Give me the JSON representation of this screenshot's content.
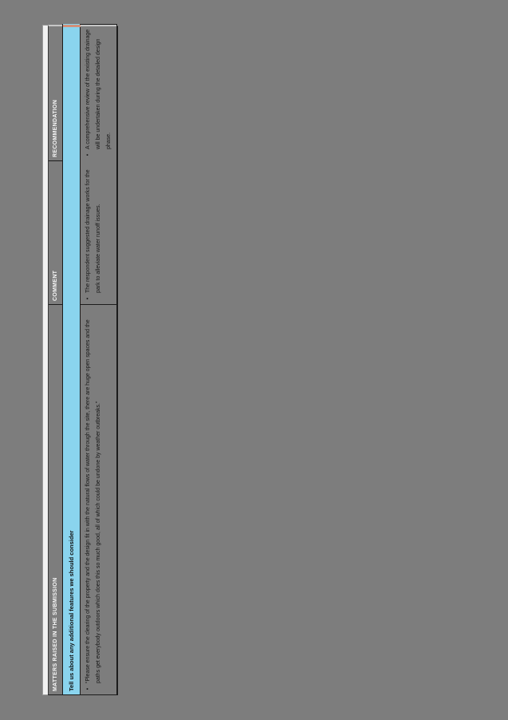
{
  "page": {
    "background_color": "#7d7d7d",
    "paper_edge_color": "#f2f2f2",
    "rotation": "page rotated 90 degrees counterclockwise in viewer"
  },
  "table": {
    "bullet_char": "•",
    "band_row": {
      "label": "Tell us about any additional features we should consider",
      "highlight_color": "#8ad4ee",
      "accent_color": "#d2907a"
    },
    "columns": [
      {
        "header": "MATTERS RAISED IN THE SUBMISSION",
        "bullet": "“Please ensure the clearing of the property and the design fit in with the natural flows of water through the site, there are huge open spaces and the paths get everybody outdoors which does this so much good, all of which could be undone by weather outbreaks.”"
      },
      {
        "header": "COMMENT",
        "bullet": "The respondent suggested drainage works for the park to alleviate water runoff issues."
      },
      {
        "header": "RECOMMENDATION",
        "bullet": "A comprehensive review of the existing drainage will be undertaken during the detailed design phase."
      }
    ],
    "colors": {
      "border": "#1c1c1c",
      "header_text": "#f6f6f6",
      "body_text": "#161616"
    }
  }
}
